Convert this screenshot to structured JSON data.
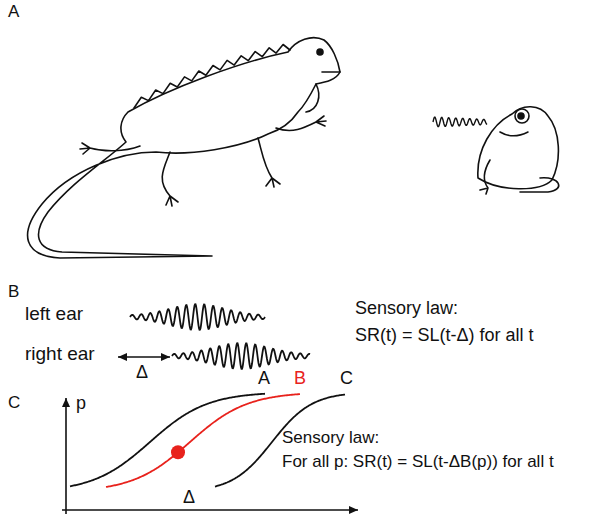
{
  "diagram": {
    "labels": [
      "A",
      "B",
      "left ear",
      "Sensory law:",
      "SR(t) = SL(t-Δ) for all t",
      "right ear",
      "Δ",
      "C",
      "p",
      "A",
      "B",
      "C",
      "Sensory law:",
      "For all p: SR(t) = SL(t-ΔB(p)) for all t",
      "Δ"
    ]
  }
}
